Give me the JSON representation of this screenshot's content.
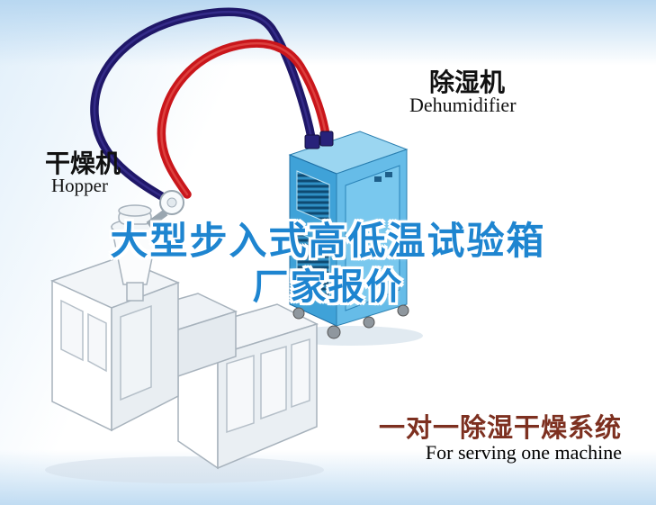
{
  "headline": {
    "line1": "大型步入式高低温试验箱",
    "line2": "厂家报价",
    "color": "#1e85d0"
  },
  "hopper": {
    "label_zh": "干燥机",
    "label_en": "Hopper"
  },
  "dehumidifier": {
    "label_zh": "除湿机",
    "label_en": "Dehumidifier",
    "body_color": "#3fa2d8"
  },
  "caption": {
    "line1": "一对一除湿干燥系统",
    "line2": "For serving one machine",
    "color": "#7d3020"
  },
  "pipes": {
    "red_pipe_color": "#c9161b",
    "blue_pipe_color": "#1f1768"
  }
}
